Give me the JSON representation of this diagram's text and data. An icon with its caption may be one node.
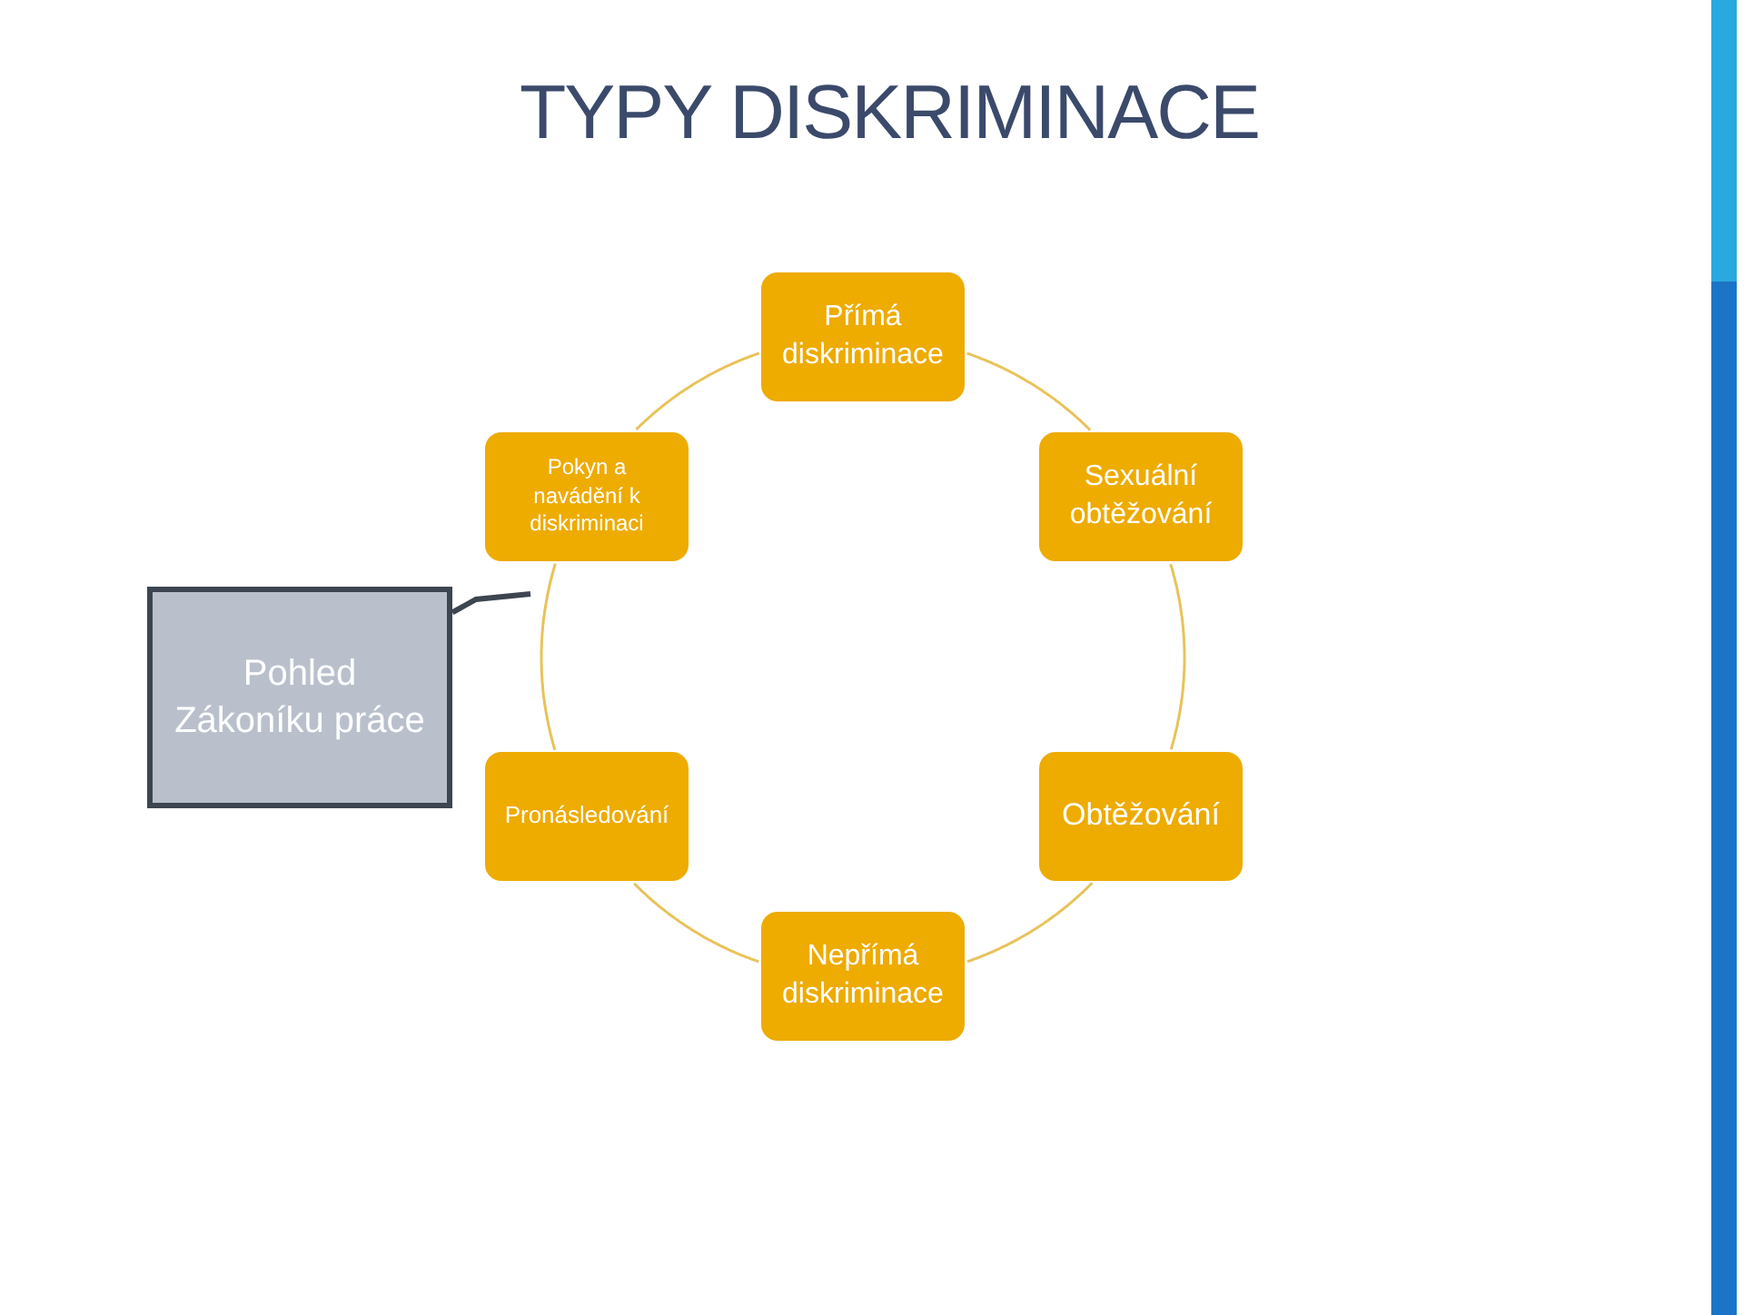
{
  "diagram": {
    "title": "TYPY DISKRIMINACE",
    "nodes": [
      {
        "text": [
          "Přímá diskriminace"
        ]
      },
      {
        "text": [
          "Sexuální obtěžování"
        ]
      },
      {
        "text": [
          "Obtěžování"
        ]
      },
      {
        "text": [
          "Nepřímá diskriminace"
        ]
      },
      {
        "text": [
          "Pronásledování"
        ]
      },
      {
        "text": [
          "Pokyn a navádění k diskriminaci"
        ]
      },
      {
        "text": [
          "Pohled Zákoníku práce"
        ]
      }
    ],
    "edges": [
      {
        "from": 0,
        "to": 1,
        "arrow": "none"
      },
      {
        "from": 1,
        "to": 2,
        "arrow": "none"
      },
      {
        "from": 2,
        "to": 3,
        "arrow": "none"
      },
      {
        "from": 3,
        "to": 4,
        "arrow": "none"
      },
      {
        "from": 4,
        "to": 5,
        "arrow": "none"
      },
      {
        "from": 5,
        "to": 0,
        "arrow": "none"
      },
      {
        "from": 6,
        "to": null,
        "arrow": "none",
        "style": "thick",
        "color": "#3d4550"
      }
    ]
  }
}
